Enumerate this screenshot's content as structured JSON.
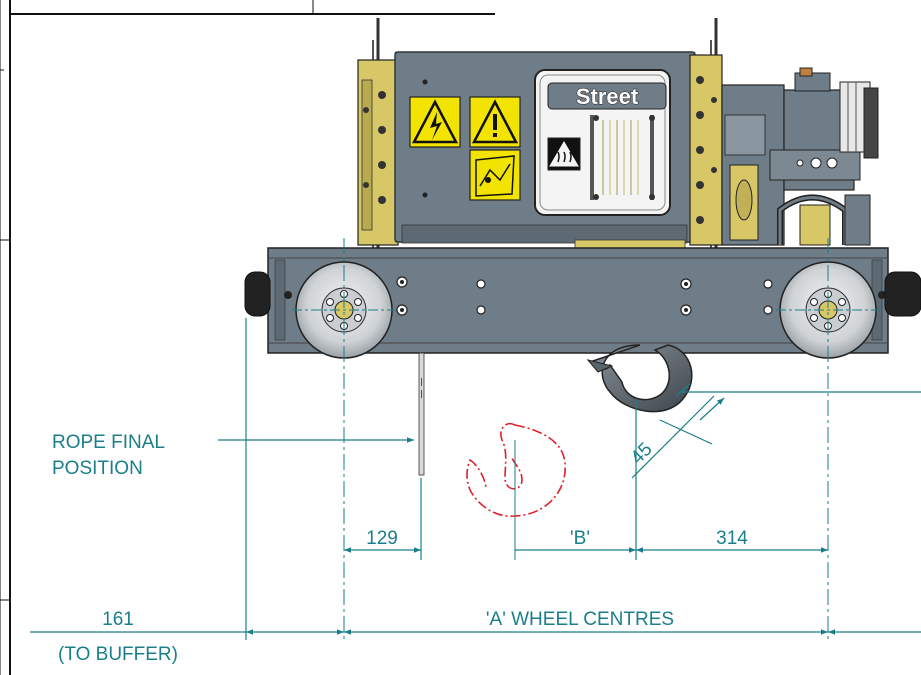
{
  "brand": {
    "name": "Street"
  },
  "annotations": {
    "rope_final_line1": "ROPE FINAL",
    "rope_final_line2": "POSITION"
  },
  "dimensions": {
    "d129": "129",
    "dB": "'B'",
    "d314": "314",
    "d45": "45",
    "d161": "161",
    "to_buffer": "(TO BUFFER)",
    "wheel_centres": "'A' WHEEL CENTRES"
  },
  "colors": {
    "dimension": "#1a7f8a",
    "body_grey": "#6f7d88",
    "frame_yellow": "#d8c766",
    "warning_yellow": "#f2e400",
    "hook_outline": "#e0202a",
    "outline": "#222222"
  }
}
